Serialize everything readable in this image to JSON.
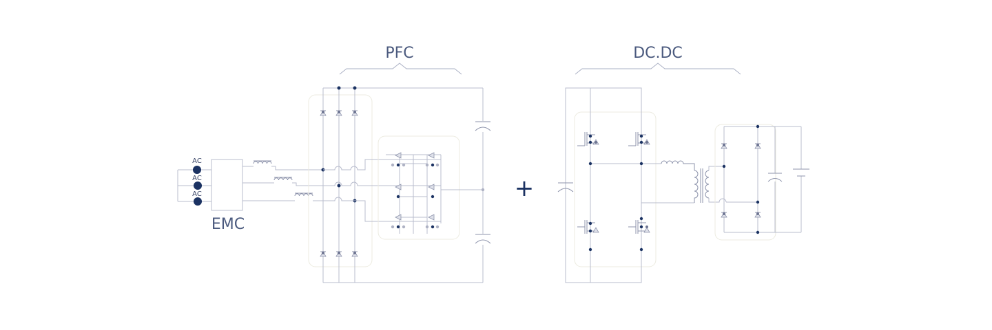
{
  "labels": {
    "pfc": "PFC",
    "dcdc": "DC.DC",
    "emc": "EMC",
    "plus": "+",
    "ac_inputs": [
      "AC",
      "AC",
      "AC"
    ]
  },
  "colors": {
    "wire": "#b8bccd",
    "node": "#1b3262",
    "text": "#4b5a7e",
    "panel_border": "#ecebe0"
  },
  "icons": {
    "ac_terminal": "filled-circle",
    "inductor": "coil-icon",
    "diode": "diode-icon",
    "mosfet": "mosfet-icon",
    "capacitor": "capacitor-icon",
    "transformer": "transformer-icon"
  }
}
